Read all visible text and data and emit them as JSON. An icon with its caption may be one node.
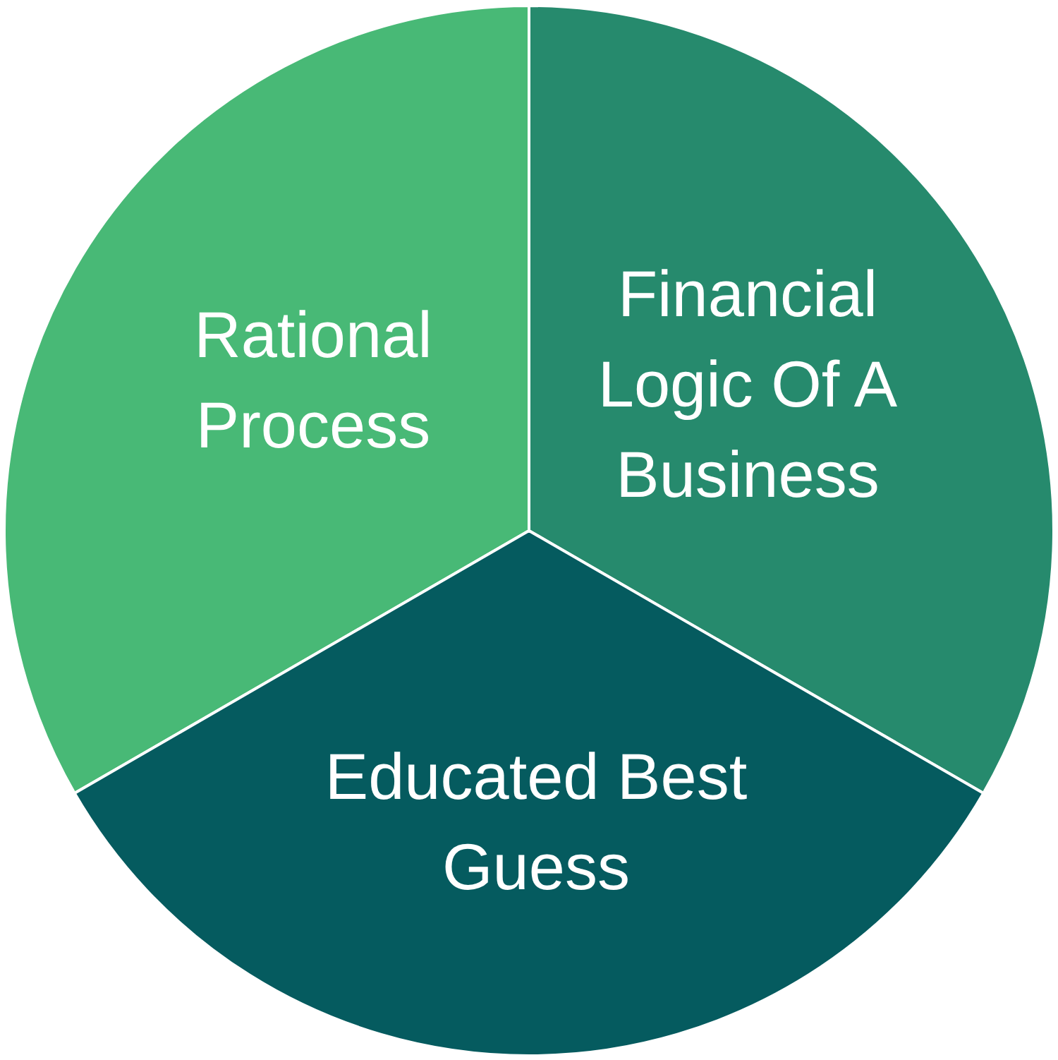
{
  "diagram": {
    "nodes": [
      {
        "text": [
          "Rational Process"
        ]
      },
      {
        "text": [
          "Financial Logic Of A Business"
        ]
      },
      {
        "text": [
          "Educated Best Guess"
        ]
      }
    ],
    "edges": []
  }
}
